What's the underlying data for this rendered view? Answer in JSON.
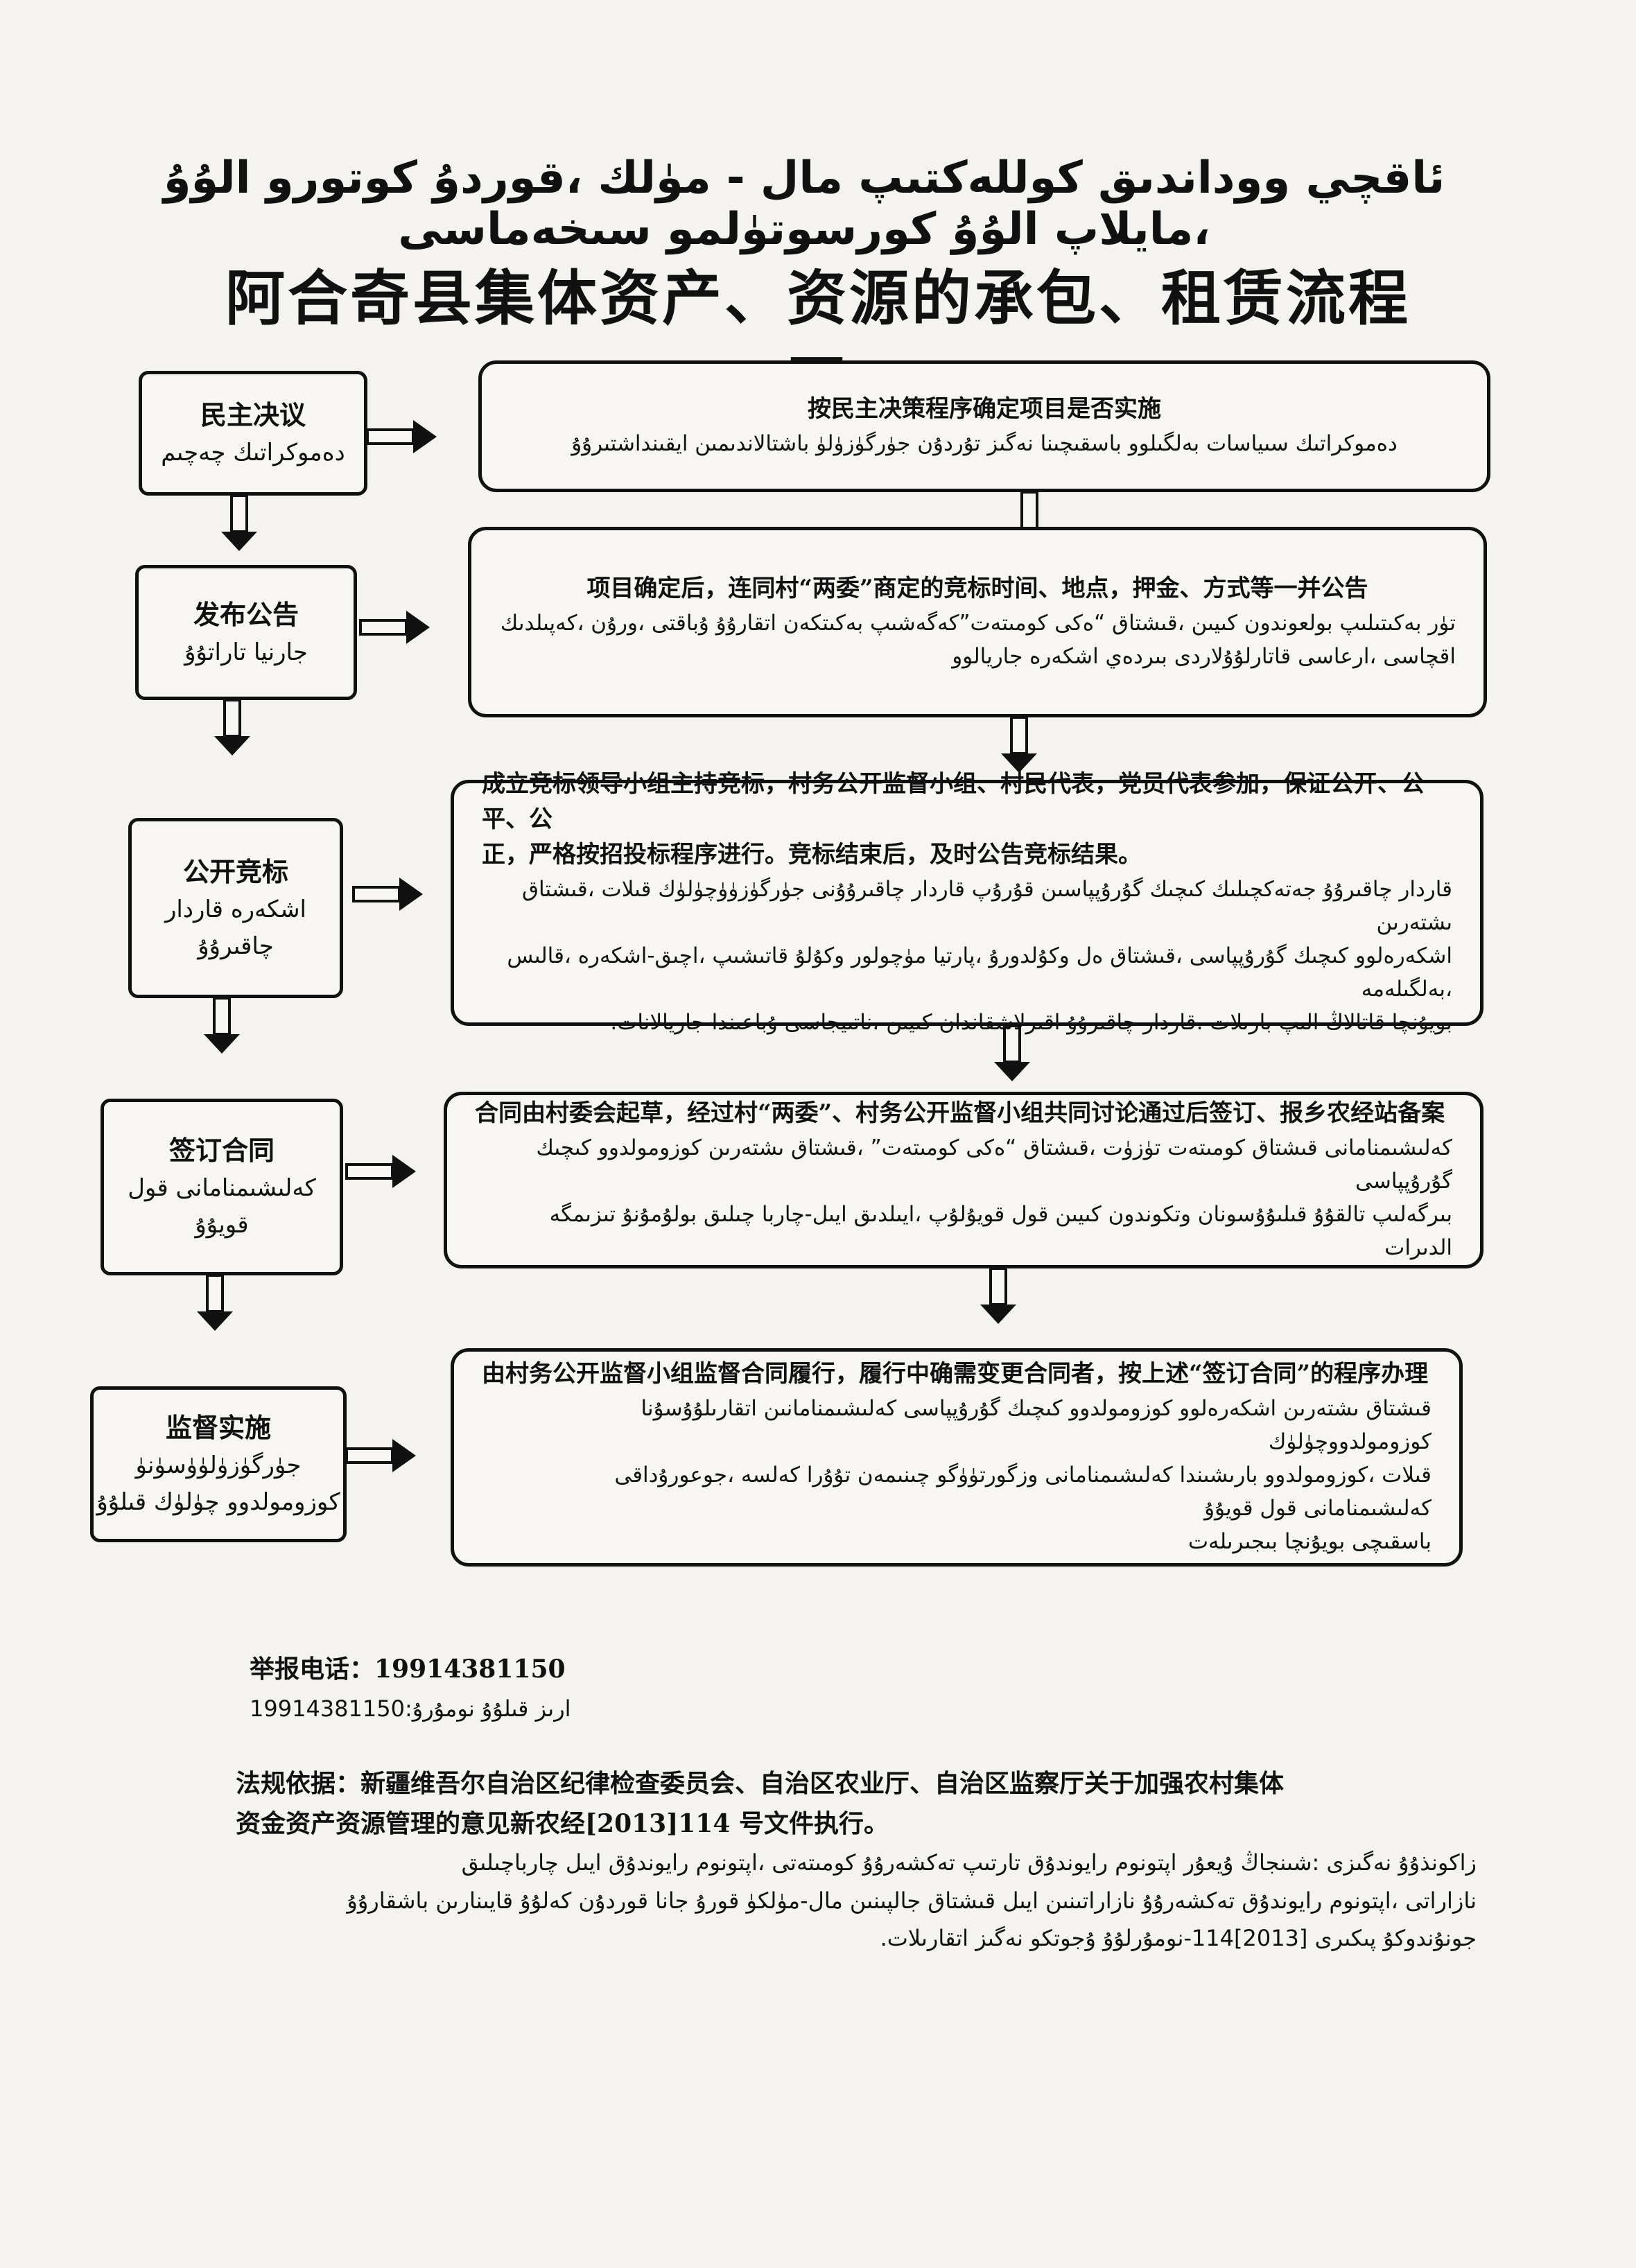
{
  "title_uyghur": "ئاقچي ووداندىق كولله‌كتىپ مال - مۈلك ،قوردۇ كوتورو الۇۇ ،مايلاپ الۇۇ كورسوتۈلمو سىخه‌ماسى",
  "title_chinese": "阿合奇县集体资产、资源的承包、租赁流程图",
  "steps": [
    {
      "label_zh": "民主决议",
      "label_ug": "دەموكراتىك چەچىم",
      "desc_zh": [
        "按民主决策程序确定项目是否实施"
      ],
      "desc_ug": [
        "دەموكراتىك سىياسات بەلگىلوو باسقىچىنا نەگىز تۇردۇن جۈرگۈزۈلۈ باشتالاندىمىن ايقىنداشتىرۇۇ"
      ]
    },
    {
      "label_zh": "发布公告",
      "label_ug": "جارنيا تاراتۇۇ",
      "desc_zh": [
        "项目确定后，连同村“两委”商定的竞标时间、地点，押金、方式等一并公告"
      ],
      "desc_ug": [
        "تۈر بەكىتىلىپ بولعوندون كىيىن ،قىشتاق “ەكى كومىتەت”كەگەشىپ بەكىتكەن اتقارۇۇ ۇباقتى ،ورۇن ،كەپىلدىك",
        "اقچاسى ،ارعاسى قاتارلۇۇلاردى بىردەي اشكەرە جاريالوو"
      ]
    },
    {
      "label_zh": "公开竞标",
      "label_ug": "اشكەرە قاردار چاقىرۇۇ",
      "desc_zh": [
        "成立竞标领导小组主持竞标，村务公开监督小组、村民代表，党员代表参加，保证公开、公平、公",
        "正，严格按招投标程序进行。竞标结束后，及时公告竞标结果。"
      ],
      "desc_ug": [
        "قاردار چاقىرۇۇ جەتەكچىلىك كىچىك گۇرۇپپاسىن قۇرۇپ قاردار چاقىرۇۇنى جۈرگۈزۈۈچۈلۈك قىلات ،قىشتاق ىشتەرىن",
        "اشكەرەلوو كىچىك گۇرۇپپاسى ،قىشتاق ەل وكۇلدورۇ ،پارتيا مۈچولور وكۇلۇ قاتىشىپ ،اچىق-اشكەرە ،قالىس ،بەلگىلەمە",
        "بويۇنچا قاتالاڭ الىپ بارىلات .قاردار چاقىرۇۇ اقىرلاشقاندان كىيىن ،ناتىيجاسى ۇباعىندا جاريالانات."
      ]
    },
    {
      "label_zh": "签订合同",
      "label_ug": "كەلىشىمنامانى قول قويۇۇ",
      "desc_zh": [
        "合同由村委会起草，经过村“两委”、村务公开监督小组共同讨论通过后签订、报乡农经站备案"
      ],
      "desc_ug": [
        "كەلىشىمنامانى قىشتاق كومىتەت تۈزۈت ،قىشتاق “ەكى كومىتەت” ،قىشتاق ىشتەرىن كوزومولدوو كىچىك گۇرۇپپاسى",
        "بىرگەلىپ تالقۇۇ قىلىۇۇسونان وتكوندون كىيىن قول قويۇلۇپ ،ايىلدىق ايىل-چاربا چىلىق بولۇمۇنۇ تىزىمگە الدىرات"
      ]
    },
    {
      "label_zh": "监督实施",
      "label_ug": "جۈرگۈزۈلۈۈسۈنۈ كوزومولدوو چۈلۈك قىلۇۇ",
      "desc_zh": [
        "由村务公开监督小组监督合同履行，履行中确需变更合同者，按上述“签订合同”的程序办理"
      ],
      "desc_ug": [
        "قىشتاق ىشتەرىن اشكەرەلوو كوزومولدوو كىچىك گۇرۇپپاسى كەلىشىمنامانىن اتقارىلۇۇسۇنا كوزومولدووچۈلۈك",
        "قىلات ،كوزومولدوو بارىشىندا كەلىشىمنامانى وزگورتۈۈگو چىنىمەن تۇۇرا كەلسە ،جوعورۇداقى كەلىشىمنامانى قول قويۇۇ",
        "باسقىچى بويۇنچا بىجىرىلەت"
      ]
    }
  ],
  "hotline_zh": "举报电话：19914381150",
  "hotline_ug": "ارىز قىلۇۇ نومۇرۇ:19914381150",
  "legal_zh": [
    "法规依据：新疆维吾尔自治区纪律检查委员会、自治区农业厅、自治区监察厅关于加强农村集体",
    "资金资产资源管理的意见新农经[2013]114 号文件执行。"
  ],
  "legal_ug": [
    "زاكونذۇۇ نەگىزى :شىنجاڭ ۇيعۇر اپتونوم رايوندۇق تارتىپ تەكشەرۇۇ كومىتەتى ،اپتونوم رايوندۇق ايىل چارباچىلىق",
    "نازاراتى ،اپتونوم رايوندۇق تەكشەرۇۇ نازاراتىنىن ايىل قىشتاق جالپىنىن مال-مۈلكۈ قورۇ جانا قوردۇن كەلۇۇ قايىنارىن باشقارۇۇ",
    "جونۇندوكۇ پىكىرى [2013]114-نومۇرلۇۇ ۇجوتكو نەگىز اتقارىلات."
  ]
}
